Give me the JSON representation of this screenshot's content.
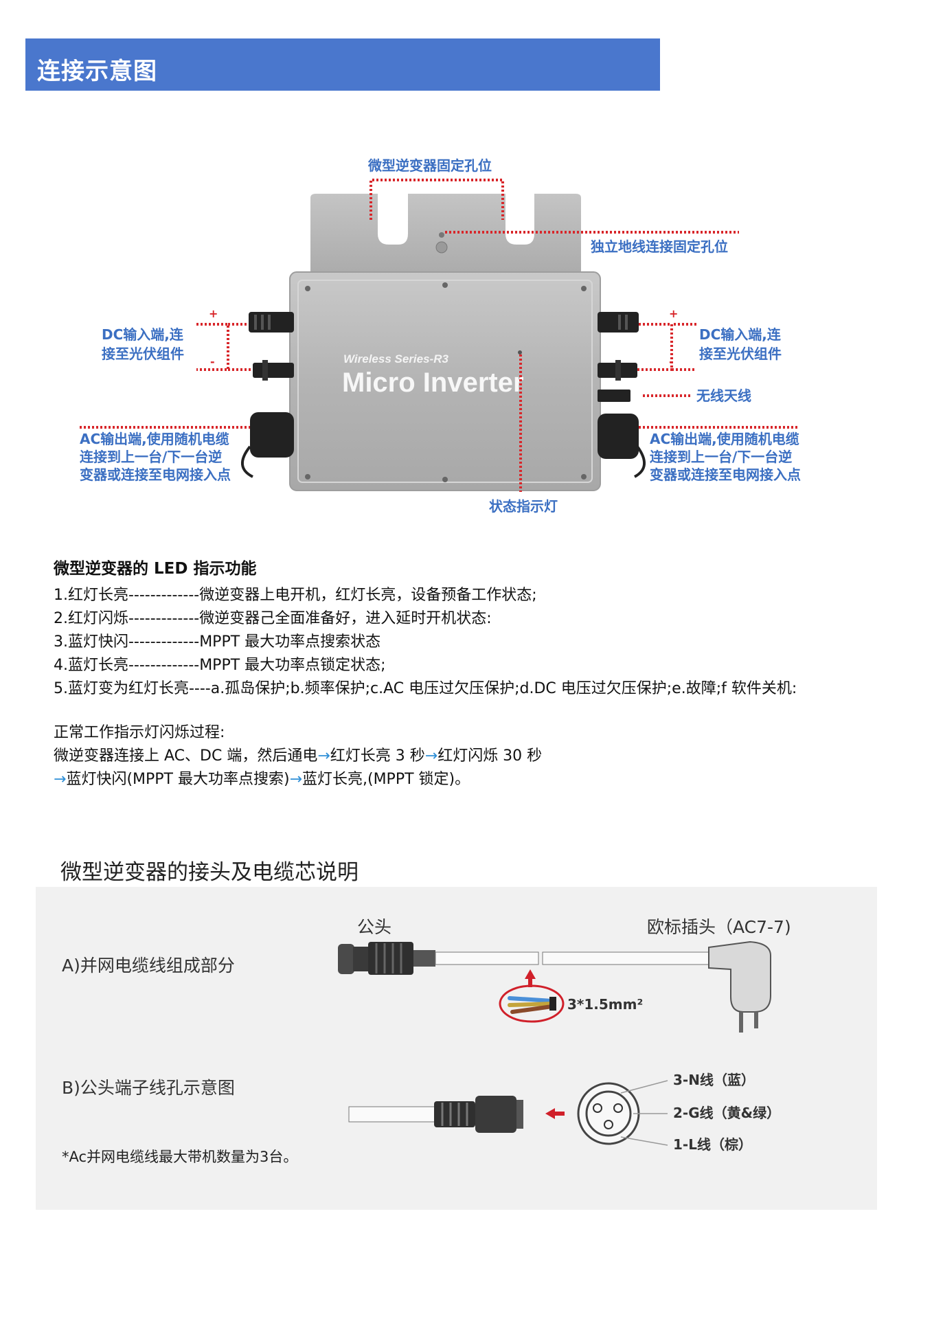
{
  "header": {
    "title": "连接示意图"
  },
  "diagram": {
    "device_series": "Wireless Series-R3",
    "device_name": "Micro Inverter",
    "labels": {
      "mount_holes": "微型逆变器固定孔位",
      "ground_hole": "独立地线连接固定孔位",
      "dc_left_1": "DC输入端,连",
      "dc_left_2": "接至光伏组件",
      "dc_right_1": "DC输入端,连",
      "dc_right_2": "接至光伏组件",
      "antenna": "无线天线",
      "ac_left_1": "AC输出端,使用随机电缆",
      "ac_left_2": "连接到上一台/下一台逆",
      "ac_left_3": "变器或连接至电网接入点",
      "ac_right_1": "AC输出端,使用随机电缆",
      "ac_right_2": "连接到上一台/下一台逆",
      "ac_right_3": "变器或连接至电网接入点",
      "status_led": "状态指示灯",
      "plus": "+",
      "minus": "-"
    }
  },
  "led_section": {
    "title": "微型逆变器的 LED 指示功能",
    "lines": [
      "1.红灯长亮-------------微逆变器上电开机，红灯长亮，设备预备工作状态;",
      "2.红灯闪烁-------------微逆变器己全面准备好，进入延时开机状态:",
      "3.蓝灯快闪-------------MPPT 最大功率点搜索状态",
      "4.蓝灯长亮-------------MPPT 最大功率点锁定状态;",
      "5.蓝灯变为红灯长亮----a.孤岛保护;b.频率保护;c.AC 电压过欠压保护;d.DC 电压过欠压保护;e.故障;f 软件关机:"
    ]
  },
  "process": {
    "title": "正常工作指示灯闪烁过程:",
    "line1_a": "微逆变器连接上 AC、DC 端，然后通电",
    "line1_b": "红灯长亮 3 秒",
    "line1_c": "红灯闪烁 30 秒",
    "line2_a": "蓝灯快闪(MPPT 最大功率点搜索)",
    "line2_b": "蓝灯长亮,(MPPT 锁定)。",
    "arrow": "→"
  },
  "cable_section": {
    "title": "微型逆变器的接头及电缆芯说明",
    "male_head": "公头",
    "euro_plug": "欧标插头（AC7-7)",
    "part_a": "A)并网电缆线组成部分",
    "spec": "3*1.5mm²",
    "part_b": "B)公头端子线孔示意图",
    "wire_n": "3-N线（蓝）",
    "wire_g": "2-G线（黄&绿）",
    "wire_l": "1-L线（棕）",
    "note": "*Ac并网电缆线最大带机数量为3台。"
  }
}
